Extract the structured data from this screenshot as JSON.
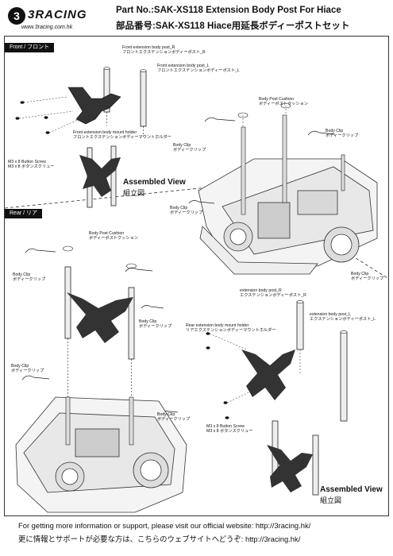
{
  "header": {
    "brand": "3RACING",
    "brand_url": "www.3racing.com.hk",
    "title_en": "Part No.:SAK-XS118  Extension Body Post For Hiace",
    "title_jp": "部品番号:SAK-XS118  Hiace用延長ボディーポストセット"
  },
  "front": {
    "tab": "Front / フロント",
    "post_r": [
      "Front extension body post_R",
      "フロントエクステンションボディーポスト_R"
    ],
    "post_l": [
      "Front extension body post_L",
      "フロントエクステンションボディーポスト_L"
    ],
    "holder": [
      "Front extension body mount holder",
      "フロントエクステンションボディーマウントホルダー"
    ],
    "screw": [
      "M3 x 8 Button Screw",
      "M3 x 8 ボタンスクリュー"
    ],
    "cushion": [
      "Body Post Cushion",
      "ボディーポストクッション"
    ],
    "clip_a": [
      "Body Clip",
      "ボディークリップ"
    ],
    "clip_b": [
      "Body Clip",
      "ボディークリップ"
    ],
    "clip_c": [
      "Body Clip",
      "ボディークリップ"
    ],
    "assembled": [
      "Assembled View",
      "組立図"
    ]
  },
  "rear": {
    "tab": "Rear / リア",
    "cushion": [
      "Body Post Cushion",
      "ボディーポストクッション"
    ],
    "clip_a": [
      "Body Clip",
      "ボディークリップ"
    ],
    "clip_b": [
      "Body Clip",
      "ボディークリップ"
    ],
    "clip_c": [
      "Body Clip",
      "ボディークリップ"
    ],
    "clip_d": [
      "Body Clip",
      "ボディークリップ"
    ],
    "clip_e": [
      "Body Clip",
      "ボディークリップ"
    ],
    "post_r": [
      "extension body post_R",
      "エクステンションボディーポスト_R"
    ],
    "post_l": [
      "extension body post_L",
      "エクステンションボディーポスト_L"
    ],
    "holder": [
      "Rear extension body mount holder",
      "リアエクステンションボディーマウントホルダー"
    ],
    "screw": [
      "M3 x 8 Button Screw",
      "M3 x 8 ボタンスクリュー"
    ],
    "assembled": [
      "Assembled View",
      "組立図"
    ]
  },
  "footer": {
    "line_en": "For getting more information or support, please visit our official website: http://3racing.hk/",
    "line_jp": "更に情報とサポートが必要な方は、こちらのウェブサイトへどうぞ: http://3racing.hk/"
  }
}
